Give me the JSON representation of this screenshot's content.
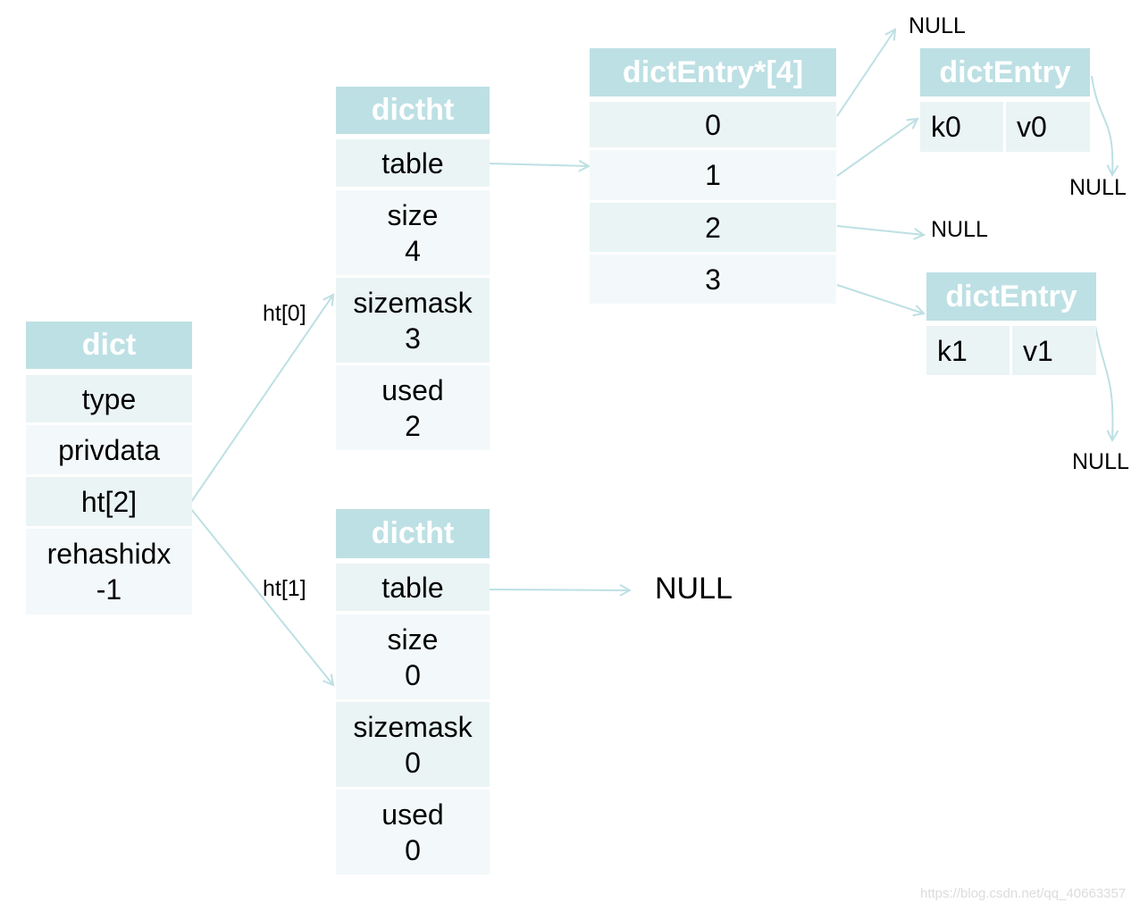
{
  "dict": {
    "header": "dict",
    "fields": [
      {
        "line1": "type",
        "line2": ""
      },
      {
        "line1": "privdata",
        "line2": ""
      },
      {
        "line1": "ht[2]",
        "line2": ""
      },
      {
        "line1": "rehashidx",
        "line2": "-1"
      }
    ]
  },
  "ht0": {
    "label": "ht[0]",
    "header": "dictht",
    "fields": [
      {
        "line1": "table",
        "line2": ""
      },
      {
        "line1": "size",
        "line2": "4"
      },
      {
        "line1": "sizemask",
        "line2": "3"
      },
      {
        "line1": "used",
        "line2": "2"
      }
    ]
  },
  "ht1": {
    "label": "ht[1]",
    "header": "dictht",
    "fields": [
      {
        "line1": "table",
        "line2": ""
      },
      {
        "line1": "size",
        "line2": "0"
      },
      {
        "line1": "sizemask",
        "line2": "0"
      },
      {
        "line1": "used",
        "line2": "0"
      }
    ],
    "table_target": "NULL"
  },
  "table_array": {
    "header": "dictEntry*[4]",
    "slots": [
      "0",
      "1",
      "2",
      "3"
    ],
    "slot2_target": "NULL"
  },
  "entry0": {
    "header": "dictEntry",
    "key": "k0",
    "value": "v0",
    "above": "NULL",
    "next": "NULL"
  },
  "entry1": {
    "header": "dictEntry",
    "key": "k1",
    "value": "v1",
    "next": "NULL"
  },
  "watermark": "https://blog.csdn.net/qq_40663357",
  "colors": {
    "header_bg": "#bde0e4",
    "cell_bg": "#eaf4f5",
    "arrow": "#bde0e4"
  }
}
